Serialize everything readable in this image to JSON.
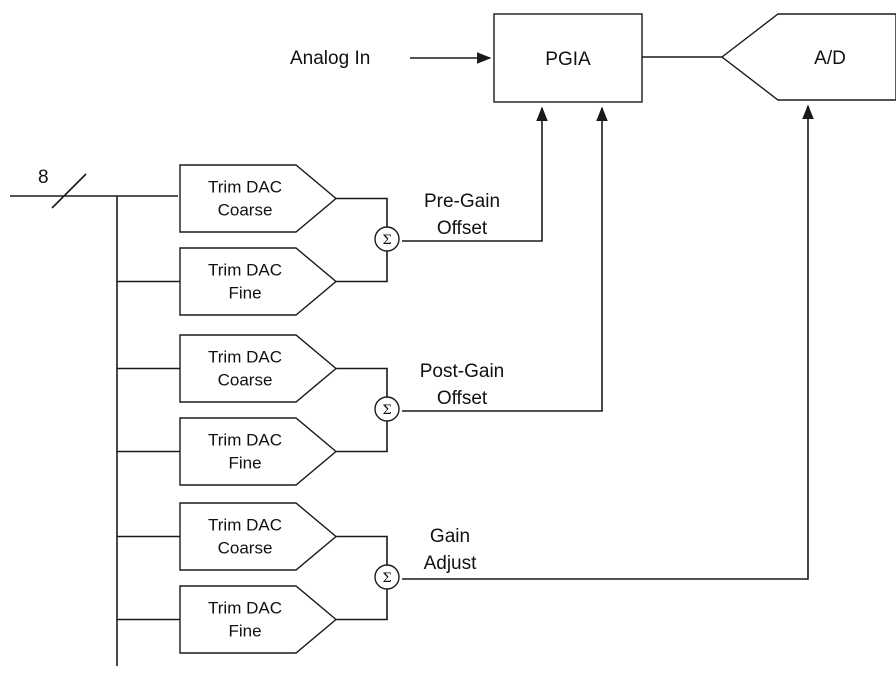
{
  "input_label": "Analog In",
  "pgia": {
    "label": "PGIA"
  },
  "adc": {
    "label": "A/D"
  },
  "bus": {
    "width": "8"
  },
  "summer_symbol": "Σ",
  "groups": [
    {
      "output_label": [
        "Pre-Gain",
        "Offset"
      ],
      "dacs": [
        {
          "line1": "Trim DAC",
          "line2": "Coarse"
        },
        {
          "line1": "Trim DAC",
          "line2": "Fine"
        }
      ]
    },
    {
      "output_label": [
        "Post-Gain",
        "Offset"
      ],
      "dacs": [
        {
          "line1": "Trim DAC",
          "line2": "Coarse"
        },
        {
          "line1": "Trim DAC",
          "line2": "Fine"
        }
      ]
    },
    {
      "output_label": [
        "Gain",
        "Adjust"
      ],
      "dacs": [
        {
          "line1": "Trim DAC",
          "line2": "Coarse"
        },
        {
          "line1": "Trim DAC",
          "line2": "Fine"
        }
      ]
    }
  ]
}
